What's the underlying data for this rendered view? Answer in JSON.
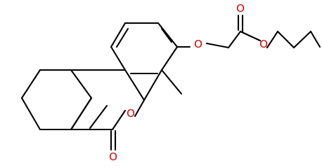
{
  "diagram": {
    "background_color": "#ffffff",
    "bond_color": "#000000",
    "heteroatom_color": "#d20000",
    "atom_labels": {
      "ether_oxygen": "O",
      "ester_carbonyl_oxygen": "O",
      "ester_alkoxy_oxygen": "O",
      "ring_oxygen": "O",
      "lactone_carbonyl_oxygen": "O"
    }
  }
}
